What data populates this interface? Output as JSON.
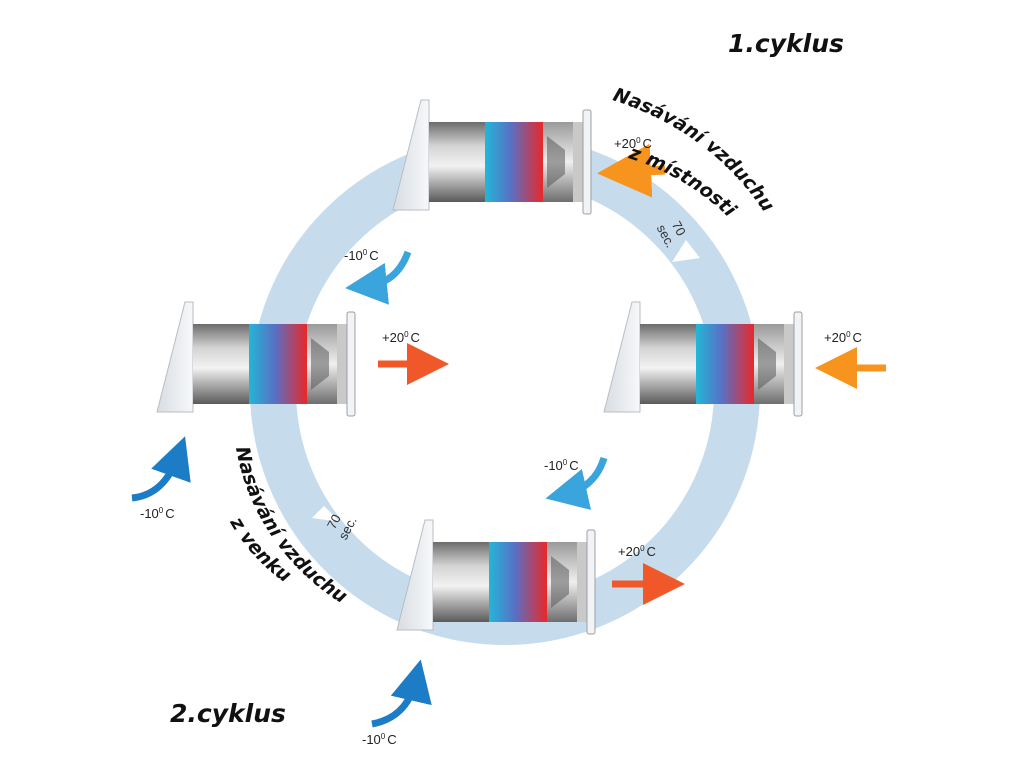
{
  "cycles": {
    "first": "1.cyklus",
    "second": "2.cyklus"
  },
  "paths": {
    "top_right": "Nasávání vzduchu",
    "top_right_sub": "z místnosti",
    "bottom_left": "Nasávání vzduchu",
    "bottom_left_sub": "z venku"
  },
  "timers": {
    "right_value": "70",
    "right_unit": "sec.",
    "left_value": "70",
    "left_unit": "sec."
  },
  "temperatures": {
    "top_room": "+20",
    "top_out": "-10",
    "left_room": "+20",
    "left_out": "-10",
    "right_room": "+20",
    "right_out": "-10",
    "bottom_room": "+20",
    "bottom_out": "-10",
    "degree": "0",
    "unit": "C"
  },
  "colors": {
    "ring": "#c6dced",
    "hot_arrow": "#f0582a",
    "intake_arrow": "#f7941d",
    "cold_arrow": "#3aa4dc",
    "deep_cold_arrow": "#1c7cc6"
  }
}
